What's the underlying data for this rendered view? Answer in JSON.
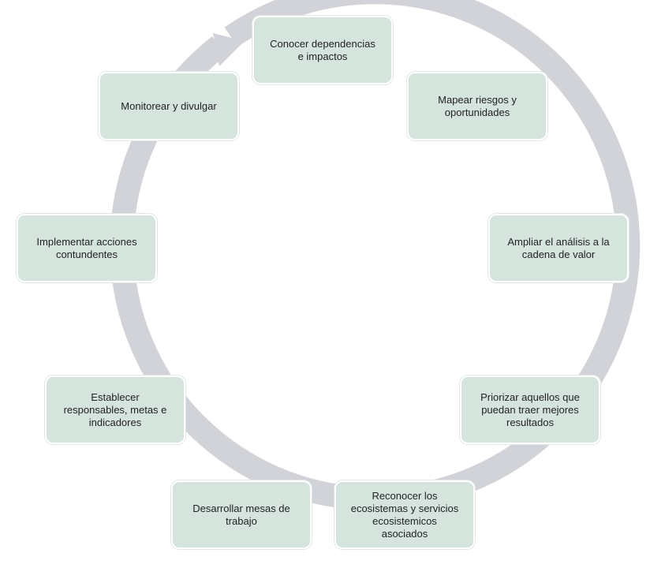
{
  "colors": {
    "ring": "#d2d3d8",
    "box_fill": "#d5e5dd",
    "text": "#222222"
  },
  "diagram": {
    "type": "cycle",
    "steps": [
      {
        "label": "Conocer dependencias\ne impactos"
      },
      {
        "label": "Mapear riesgos y\noportunidades"
      },
      {
        "label": "Ampliar el análisis a la\ncadena de valor"
      },
      {
        "label": "Priorizar aquellos que\npuedan traer mejores\nresultados"
      },
      {
        "label": "Reconocer los\necosistemas y servicios\necosistemicos\nasociados"
      },
      {
        "label": "Desarrollar mesas de\ntrabajo"
      },
      {
        "label": "Establecer\nresponsables, metas e\nindicadores"
      },
      {
        "label": "Implementar acciones\ncontundentes"
      },
      {
        "label": "Monitorear y divulgar"
      }
    ]
  }
}
